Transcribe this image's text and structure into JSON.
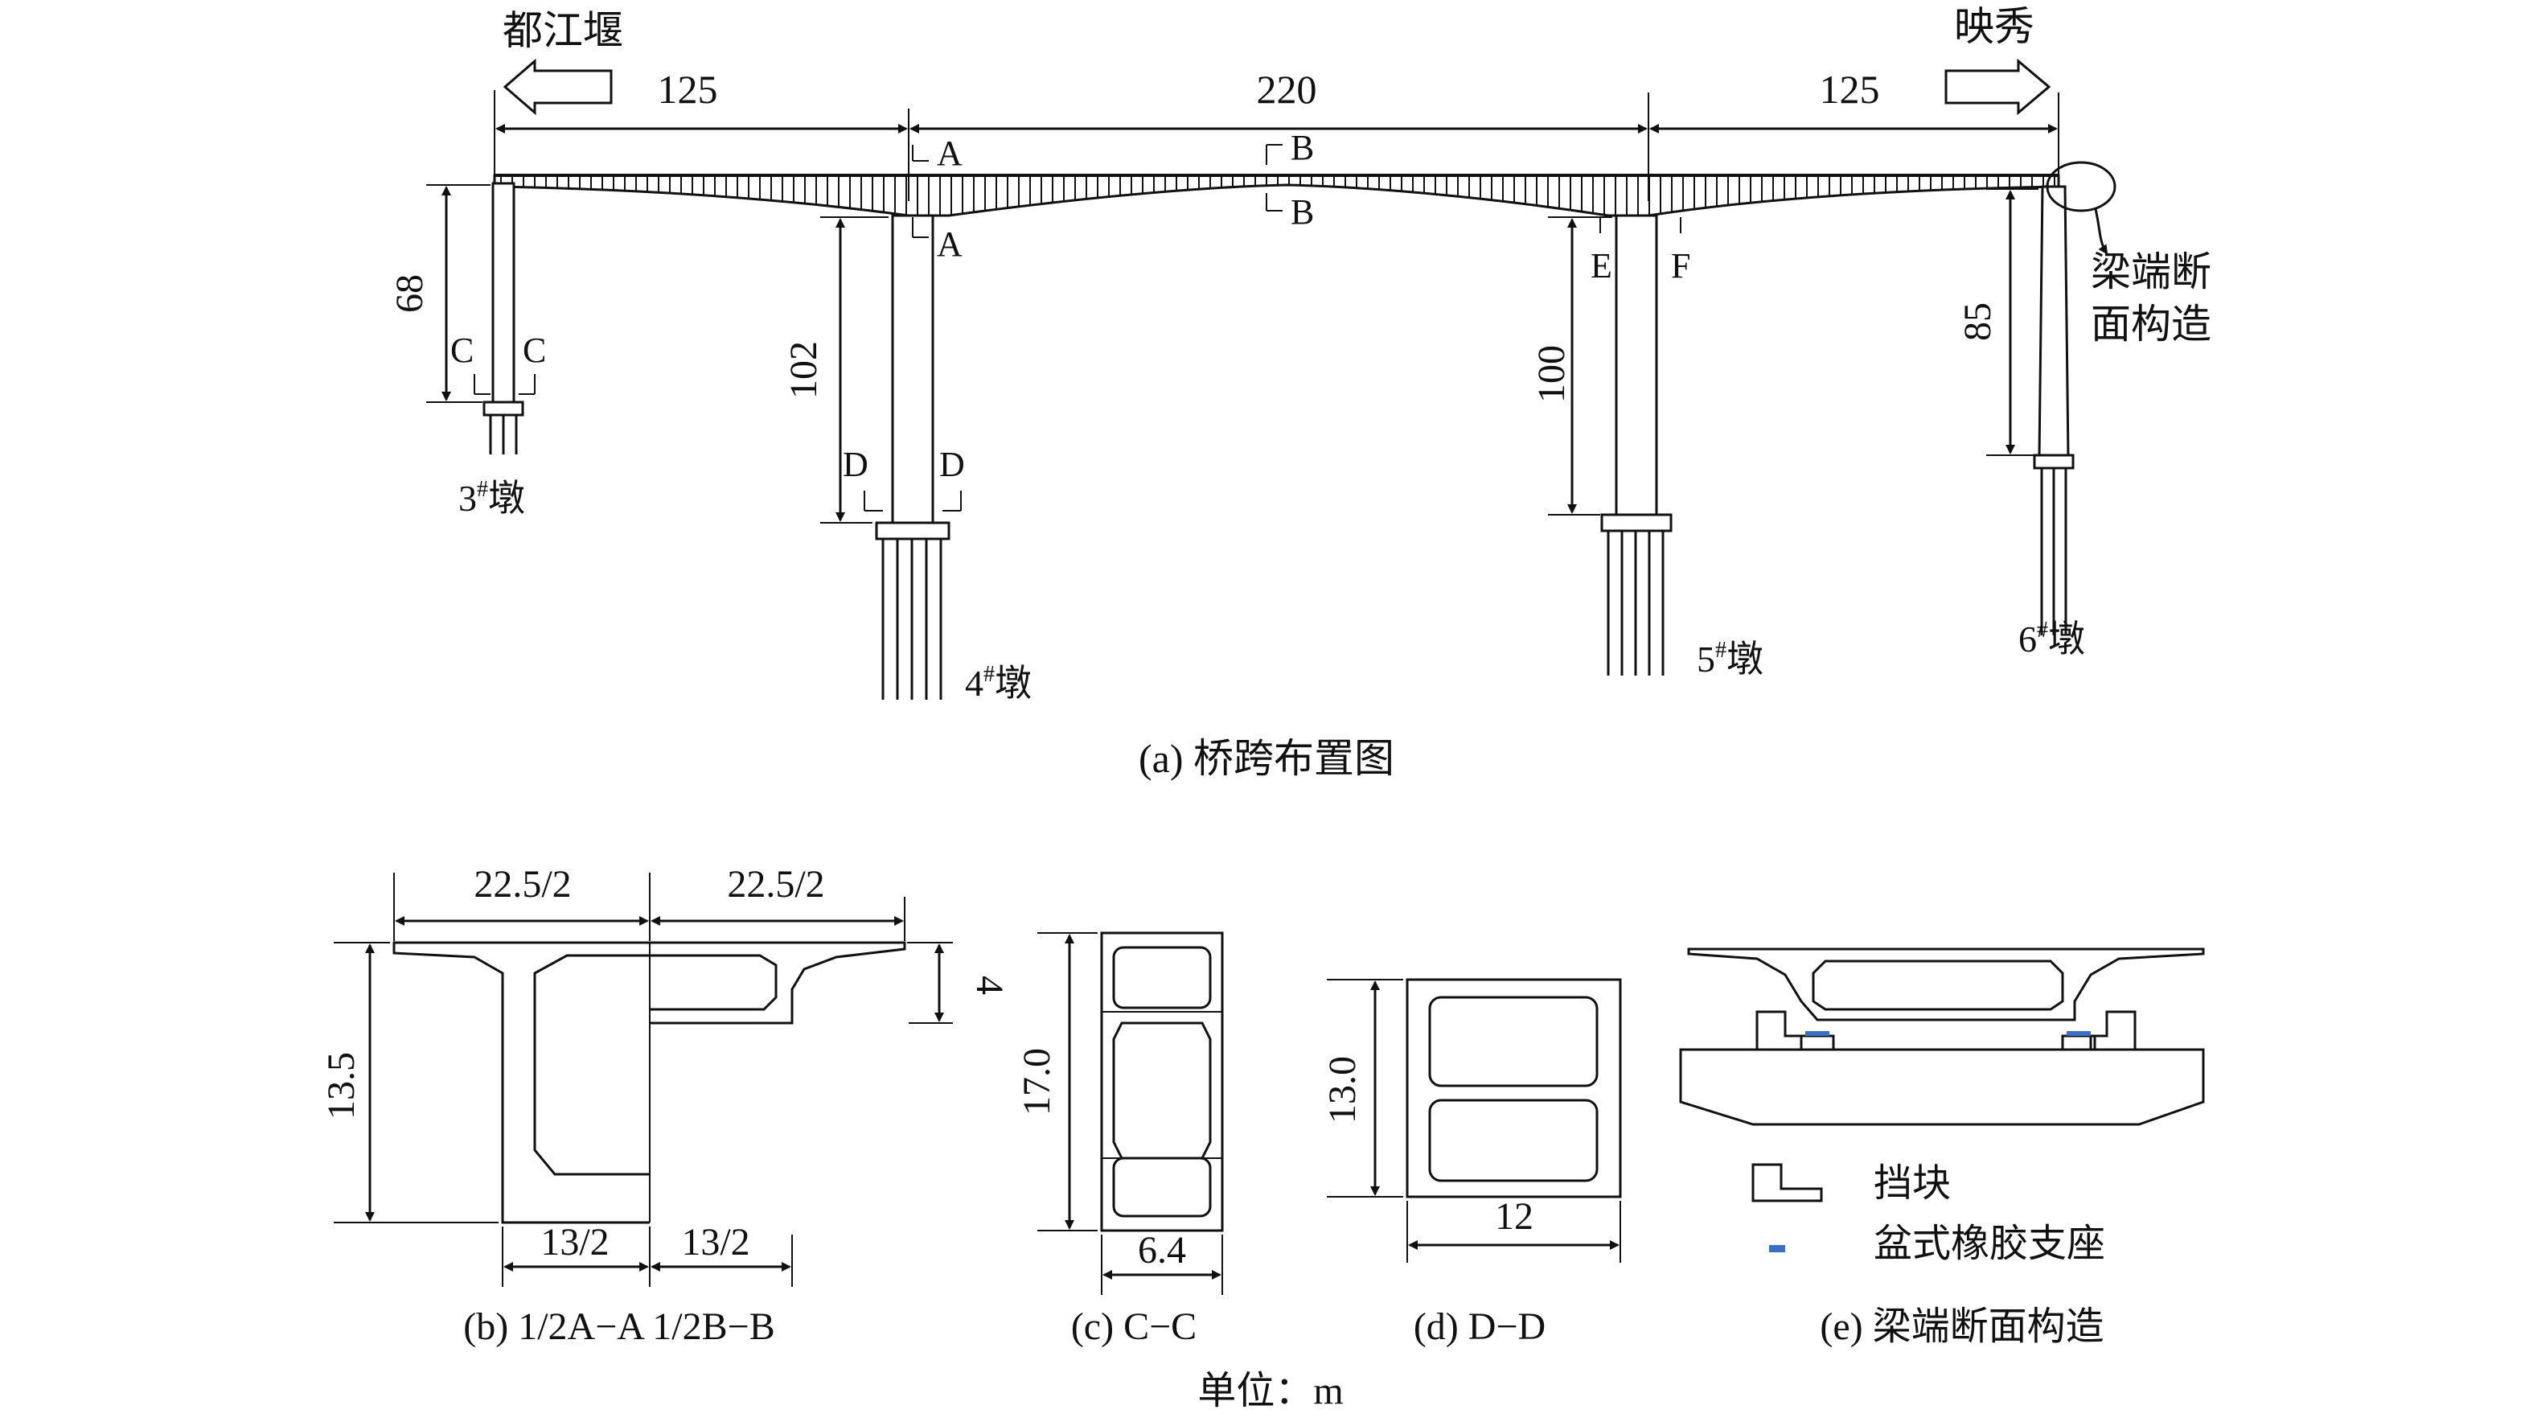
{
  "top_labels": {
    "left_direction": "都江堰",
    "right_direction": "映秀"
  },
  "spans": [
    "125",
    "220",
    "125"
  ],
  "section_marks": {
    "a": "A",
    "b": "B",
    "c": "C",
    "d": "D",
    "e": "E",
    "f": "F"
  },
  "pier_heights": {
    "p3": "68",
    "p4": "102",
    "p5": "100",
    "p6": "85"
  },
  "piers": {
    "p3": {
      "num": "3",
      "sup": "#",
      "word": "墩"
    },
    "p4": {
      "num": "4",
      "sup": "#",
      "word": "墩"
    },
    "p5": {
      "num": "5",
      "sup": "#",
      "word": "墩"
    },
    "p6": {
      "num": "6",
      "sup": "#",
      "word": "墩"
    }
  },
  "callout": {
    "line1": "梁端断",
    "line2": "面构造"
  },
  "captions": {
    "a": "(a) 桥跨布置图",
    "b": "(b) 1/2A−A  1/2B−B",
    "c": "(c) C−C",
    "d": "(d) D−D",
    "e": "(e) 梁端断面构造",
    "unit": "单位：m"
  },
  "panel_b": {
    "top_left": "22.5/2",
    "top_right": "22.5/2",
    "height": "13.5",
    "flange": "4",
    "bottom_left": "13/2",
    "bottom_right": "13/2"
  },
  "panel_c": {
    "height": "17.0",
    "width": "6.4"
  },
  "panel_d": {
    "height": "13.0",
    "width": "12"
  },
  "legend": [
    {
      "label": "挡块",
      "icon": "stop-block-icon"
    },
    {
      "label": "盆式橡胶支座",
      "icon": "pot-bearing-icon",
      "color": "#3a6fc4"
    }
  ]
}
